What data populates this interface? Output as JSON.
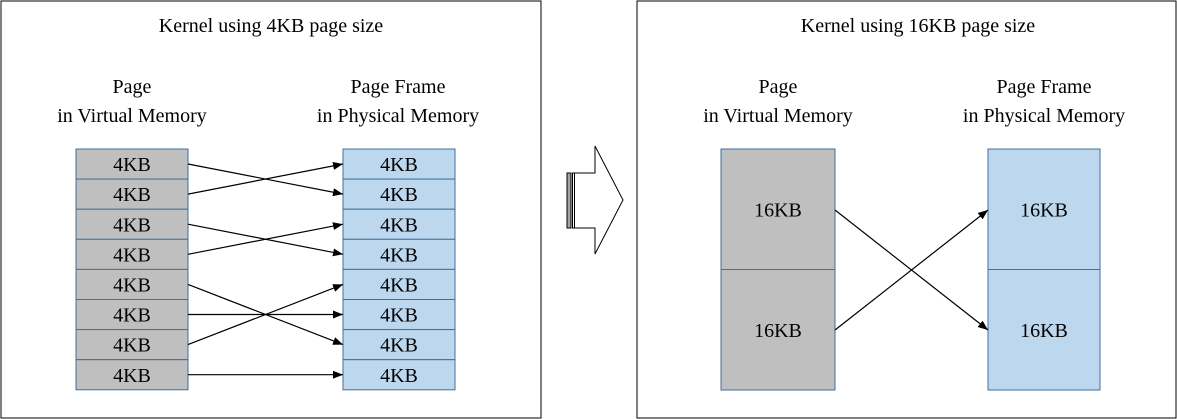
{
  "colors": {
    "virtual_fill": "#bfbfbf",
    "physical_fill": "#bdd7ee",
    "cell_stroke": "#41719c"
  },
  "left_panel": {
    "title": "Kernel using 4KB page size",
    "virtual_header": [
      "Page",
      "in Virtual Memory"
    ],
    "physical_header": [
      "Page Frame",
      "in Physical Memory"
    ],
    "virtual_pages": [
      "4KB",
      "4KB",
      "4KB",
      "4KB",
      "4KB",
      "4KB",
      "4KB",
      "4KB"
    ],
    "physical_frames": [
      "4KB",
      "4KB",
      "4KB",
      "4KB",
      "4KB",
      "4KB",
      "4KB",
      "4KB"
    ],
    "mapping": [
      1,
      0,
      3,
      2,
      6,
      5,
      4,
      7
    ]
  },
  "right_panel": {
    "title": "Kernel using 16KB page size",
    "virtual_header": [
      "Page",
      "in Virtual Memory"
    ],
    "physical_header": [
      "Page Frame",
      "in Physical Memory"
    ],
    "virtual_pages": [
      "16KB",
      "16KB"
    ],
    "physical_frames": [
      "16KB",
      "16KB"
    ],
    "mapping": [
      1,
      0
    ]
  }
}
